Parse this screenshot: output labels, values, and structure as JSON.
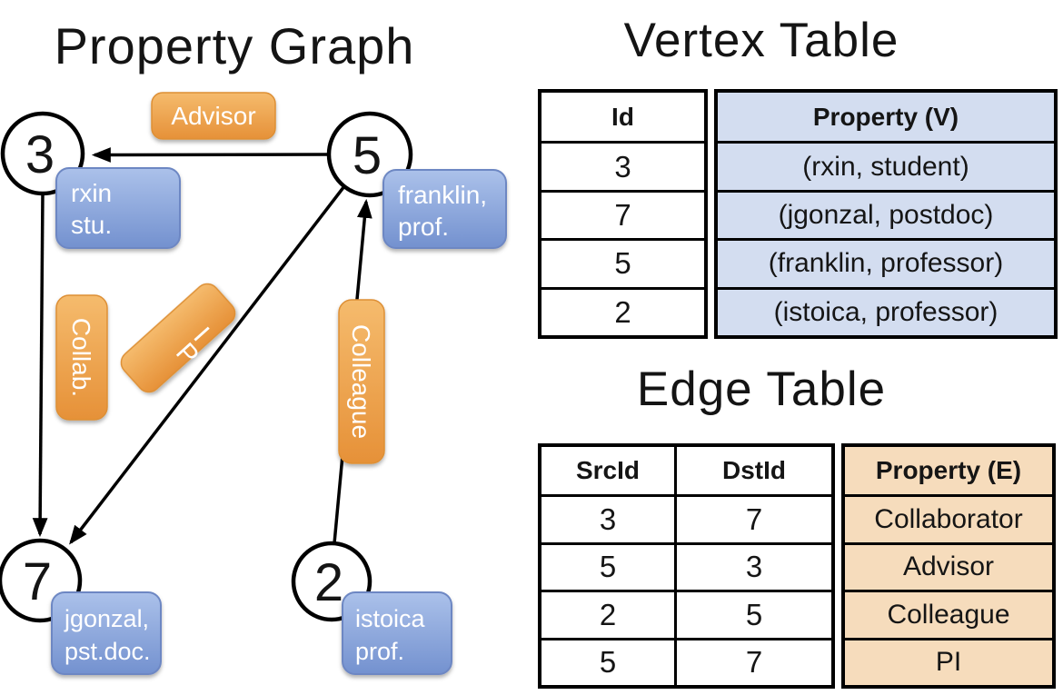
{
  "graph": {
    "title": "Property Graph",
    "nodes": {
      "n3": {
        "id": "3",
        "line1": "rxin",
        "line2": "stu."
      },
      "n5": {
        "id": "5",
        "line1": "franklin,",
        "line2": "prof."
      },
      "n7": {
        "id": "7",
        "line1": "jgonzal,",
        "line2": "pst.doc."
      },
      "n2": {
        "id": "2",
        "line1": "istoica",
        "line2": "prof."
      }
    },
    "edge_labels": {
      "advisor": "Advisor",
      "collab": "Collab.",
      "pi": "PI",
      "colleague": "Colleague"
    }
  },
  "vertex_table": {
    "title": "Vertex Table",
    "col_id": "Id",
    "col_property": "Property (V)",
    "rows": [
      {
        "id": "3",
        "property": "(rxin, student)"
      },
      {
        "id": "7",
        "property": "(jgonzal, postdoc)"
      },
      {
        "id": "5",
        "property": "(franklin, professor)"
      },
      {
        "id": "2",
        "property": "(istoica, professor)"
      }
    ]
  },
  "edge_table": {
    "title": "Edge Table",
    "col_src": "SrcId",
    "col_dst": "DstId",
    "col_property": "Property (E)",
    "rows": [
      {
        "src": "3",
        "dst": "7",
        "property": "Collaborator"
      },
      {
        "src": "5",
        "dst": "3",
        "property": "Advisor"
      },
      {
        "src": "2",
        "dst": "5",
        "property": "Colleague"
      },
      {
        "src": "5",
        "dst": "7",
        "property": "PI"
      }
    ]
  },
  "colors": {
    "node_fill": "#ffffff",
    "line_black": "#000000",
    "blue_box_top": "#abc1ea",
    "blue_box_bottom": "#7391cf",
    "blue_box_border": "#6d87c3",
    "orange_box_top": "#f5bb6d",
    "orange_box_bottom": "#e69138",
    "orange_box_border": "#dd8f35",
    "vertex_cell_bg": "#d3ddf0",
    "edge_cell_bg": "#f6dcbc",
    "label_text": "#ffffff"
  }
}
